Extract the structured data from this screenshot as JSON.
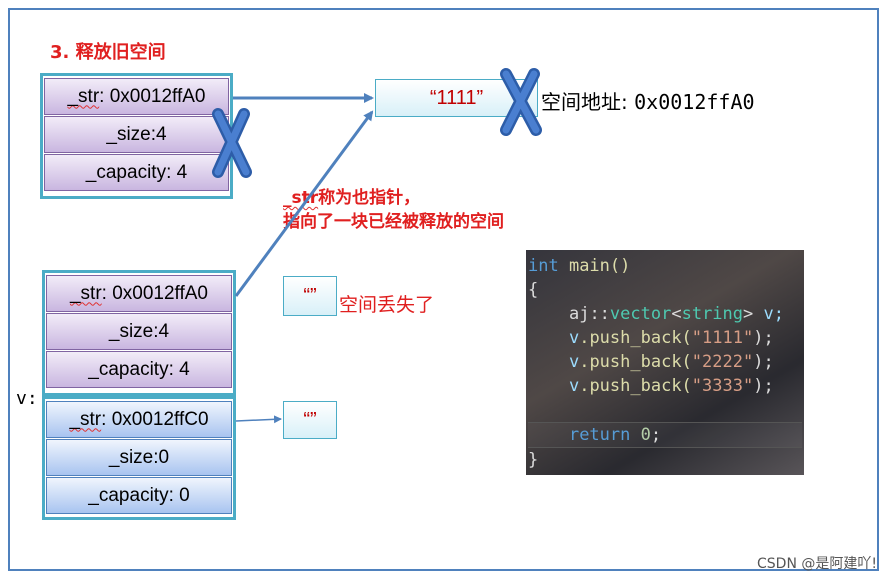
{
  "title": "3. 释放旧空间",
  "old_struct": {
    "str_label": "_str",
    "str_value": ": 0x0012ffA0",
    "size": "_size:4",
    "capacity": "_capacity: 4"
  },
  "current_struct": {
    "str_label": "_str",
    "str_value": ": 0x0012ffA0",
    "size": "_size:4",
    "capacity": "_capacity: 4"
  },
  "new_struct": {
    "str_label": "_str",
    "str_value": ": 0x0012ffC0",
    "size": "_size:0",
    "capacity": "_capacity: 0"
  },
  "string_box_1111": "“1111”",
  "string_box_empty_1": "“”",
  "string_box_empty_2": "“”",
  "address_label": "空间地址:",
  "address_value": "0x0012ffA0",
  "note": {
    "line1_prefix": "_str",
    "line1_suffix": "称为也指针，",
    "line2": "指向了一块已经被释放的空间"
  },
  "lost_label": "空间丢失了",
  "v_label": "v:",
  "code": {
    "line1_kw": "int",
    "line1_fn": " main()",
    "line2": "{",
    "line3_ns": "aj",
    "line3_sep": "::",
    "line3_type": "vector",
    "line3_lt": "<",
    "line3_targ": "string",
    "line3_gt": ">",
    "line3_var": " v;",
    "line4_obj": "v",
    "line4_fn": ".push_back(",
    "line4_str": "\"1111\"",
    "line4_end": ");",
    "line5_obj": "v",
    "line5_fn": ".push_back(",
    "line5_str": "\"2222\"",
    "line5_end": ");",
    "line6_obj": "v",
    "line6_fn": ".push_back(",
    "line6_str": "\"3333\"",
    "line6_end": ");",
    "line8_kw": "return",
    "line8_num": " 0",
    "line8_end": ";",
    "line9": "}"
  },
  "watermark": "CSDN @是阿建吖!",
  "colors": {
    "accent_red": "#e02020",
    "arrow_blue": "#4f81bd",
    "cross_blue": "#3a6bbf",
    "struct_border": "#4bacc6"
  }
}
